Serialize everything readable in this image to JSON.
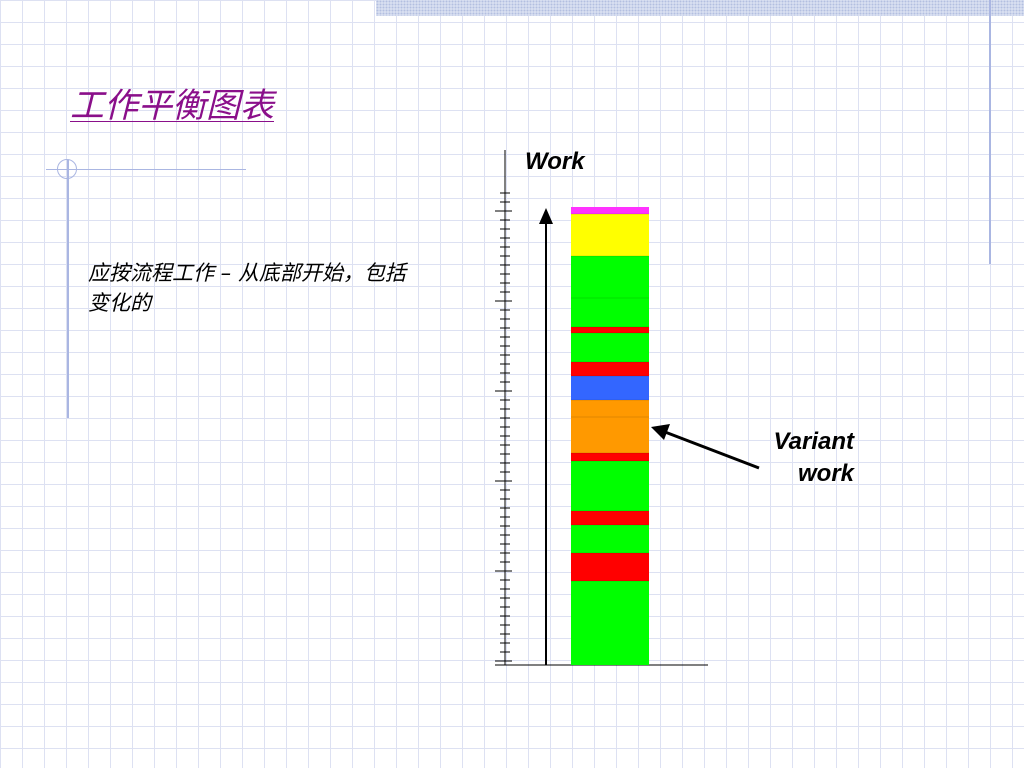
{
  "slide": {
    "title": "工作平衡图表",
    "body_text": "应按流程工作 – 从底部开始，包括变化的"
  },
  "chart_data": {
    "type": "bar",
    "ylabel": "Work",
    "annotation": "Variant work",
    "annotation_lines": [
      "Variant",
      "work"
    ],
    "segments": [
      {
        "color": "#00ff00",
        "value": 84
      },
      {
        "color": "#ff0000",
        "value": 28
      },
      {
        "color": "#00ff00",
        "value": 28
      },
      {
        "color": "#ff0000",
        "value": 14
      },
      {
        "color": "#00ff00",
        "value": 50
      },
      {
        "color": "#ff0000",
        "value": 8
      },
      {
        "color": "#ff9900",
        "value": 36
      },
      {
        "color": "#ff9900",
        "value": 17
      },
      {
        "color": "#3366ff",
        "value": 24
      },
      {
        "color": "#ff0000",
        "value": 14
      },
      {
        "color": "#00ff00",
        "value": 29
      },
      {
        "color": "#ff0000",
        "value": 6
      },
      {
        "color": "#00ff00",
        "value": 29
      },
      {
        "color": "#00ff00",
        "value": 42
      },
      {
        "color": "#ffff00",
        "value": 42
      },
      {
        "color": "#ff33ff",
        "value": 7
      }
    ],
    "annotated_segment": 6,
    "colors": {
      "axis": "#000000",
      "grid": "#dde1f2",
      "title": "#8a0f8a"
    }
  }
}
